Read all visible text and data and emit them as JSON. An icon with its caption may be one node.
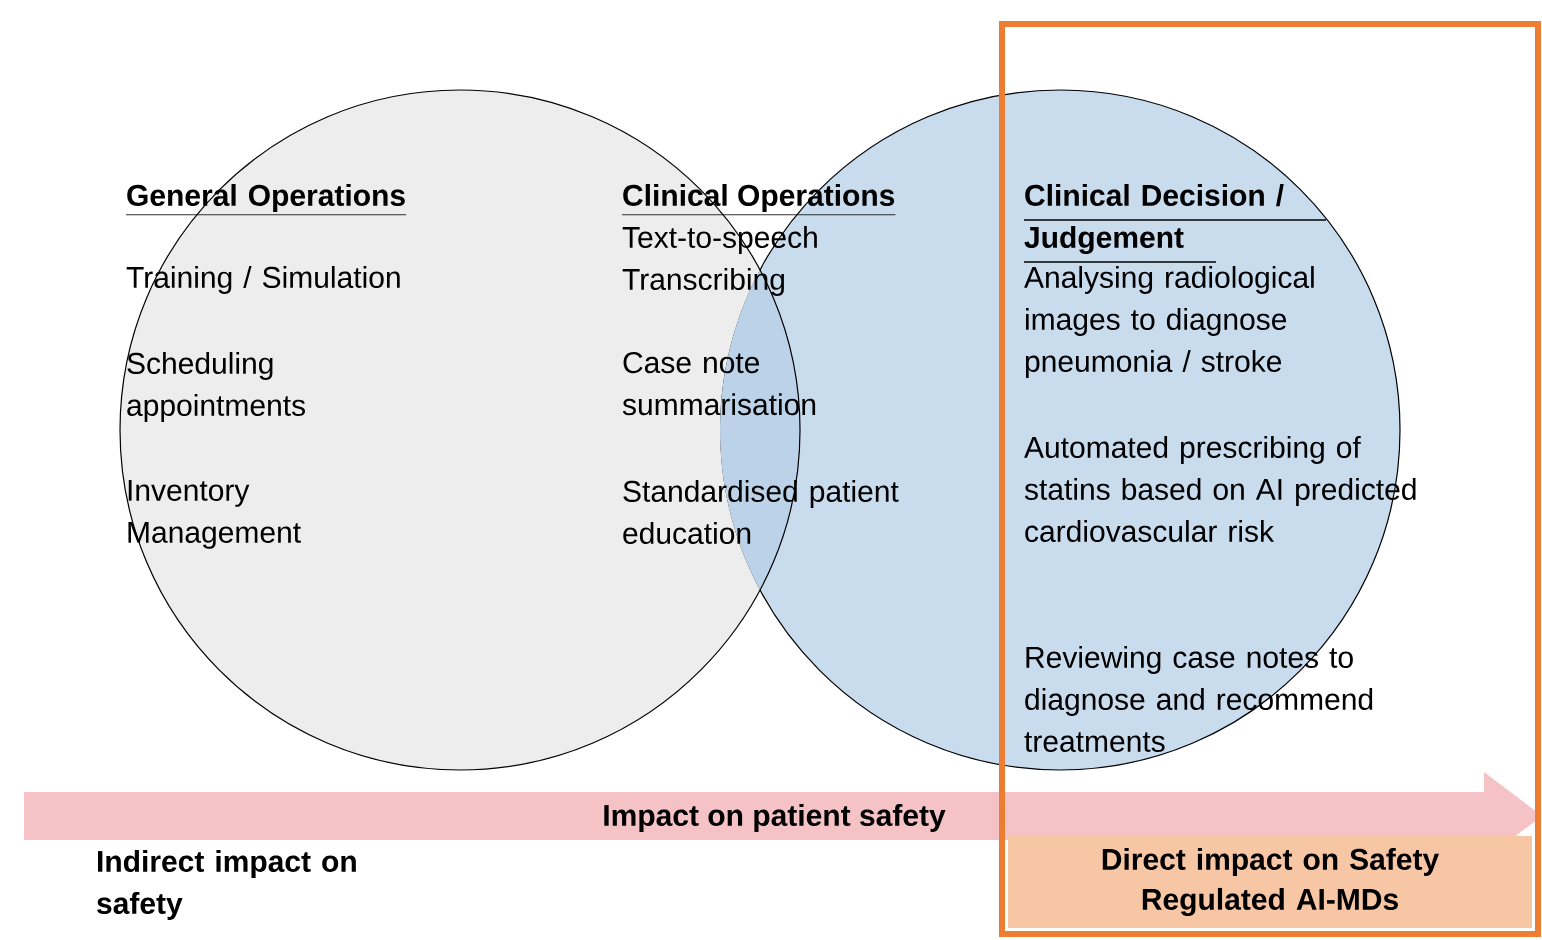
{
  "diagram": {
    "nodes": [
      {
        "text": [
          "General Operations",
          "Training / Simulation",
          "Scheduling appointments",
          "Inventory Management"
        ]
      },
      {
        "text": [
          "Clinical Decision / Judgement",
          "Analysing radiological images to diagnose pneumonia / stroke",
          "Automated prescribing of statins based on AI predicted cardiovascular risk",
          "Reviewing case notes to diagnose and recommend treatments"
        ]
      },
      {
        "text": [],
        "shape": "box"
      },
      {
        "text": [
          "Direct impact on Safety Regulated AI-MDs"
        ],
        "in": 2
      }
    ],
    "edges": [],
    "labels": [
      "Clinical Operations",
      "Text-to-speech Transcribing",
      "Case note summarisation",
      "Standardised patient education",
      "Impact on patient safety",
      "Indirect impact on safety"
    ]
  }
}
